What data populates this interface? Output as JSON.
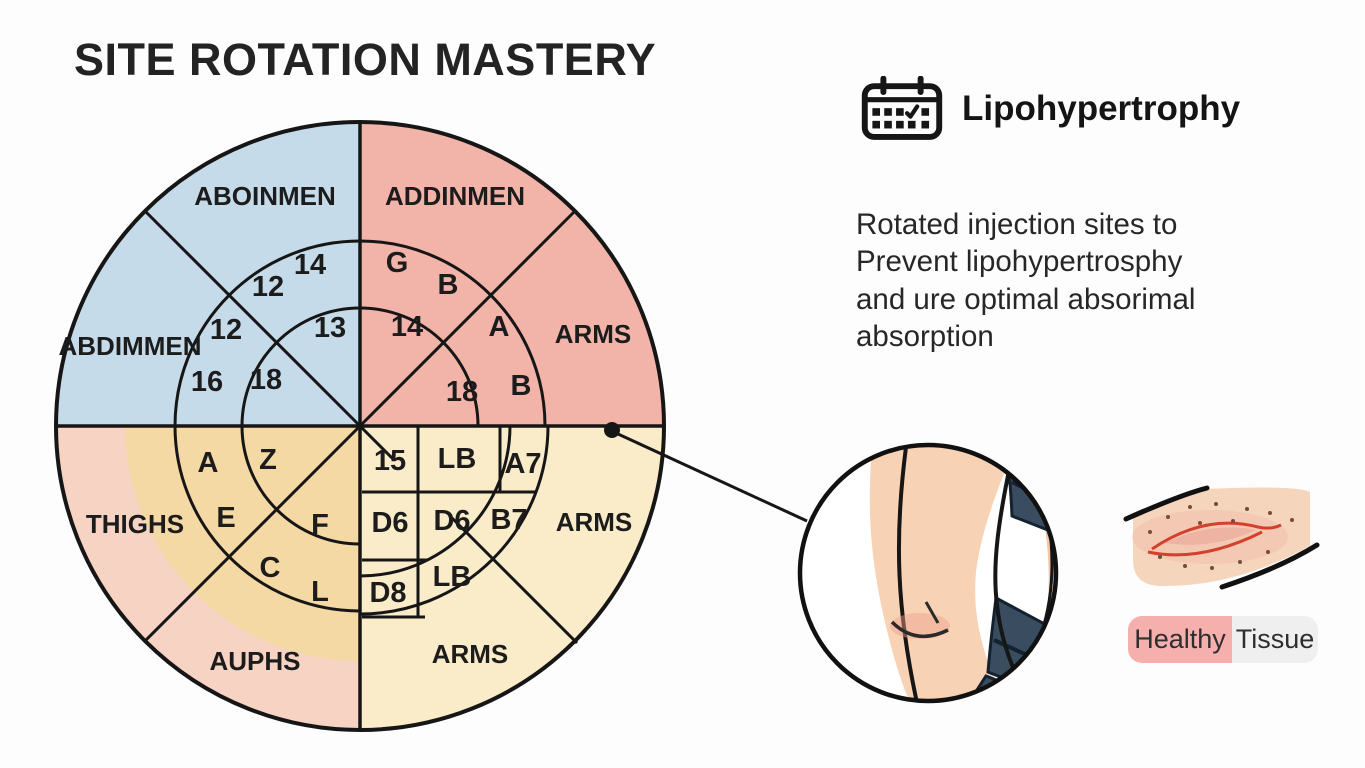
{
  "title": "SITE ROTATION MASTERY",
  "wheel": {
    "sections": {
      "tl_top": "ABOINMEN",
      "tl_left": "ABDIMMEN",
      "tr_top": "ADDINMEN",
      "tr_right": "ARMS",
      "bl_left": "THIGHS",
      "bl_bottom": "AUPHS",
      "br_right": "ARMS",
      "br_bottom": "ARMS"
    },
    "cells": {
      "tl": [
        "14",
        "12",
        "12",
        "13",
        "16",
        "18"
      ],
      "tr": [
        "G",
        "B",
        "14",
        "A",
        "18",
        "B"
      ],
      "bl": [
        "A",
        "Z",
        "E",
        "F",
        "C",
        "L"
      ],
      "br": [
        "15",
        "LB",
        "A7",
        "D6",
        "D6",
        "B7",
        "D8",
        "LB"
      ]
    }
  },
  "info": {
    "icon": "calendar-icon",
    "heading": "Lipohypertrophy",
    "lines": [
      "Rotated injection sites to",
      "Prevent lipohypertrosphy",
      "and ure optimal absorimal",
      "absorption"
    ]
  },
  "legend": {
    "healthy": "Healthy",
    "tissue": "Tissue"
  },
  "colors": {
    "quadrant_blue": "#c6dbe9",
    "quadrant_salmon": "#f2b4a9",
    "quadrant_pink": "#f7d3c3",
    "inner_tan": "#f5d9a4",
    "quadrant_cream": "#faecc9",
    "legend_healthy_pink": "#f5b0ad",
    "legend_tissue_gray": "#efefef",
    "skin": "#f8d2b4",
    "sleeve_navy": "#3a4d60",
    "lesion_red": "#d4402e",
    "outline": "#161616"
  }
}
